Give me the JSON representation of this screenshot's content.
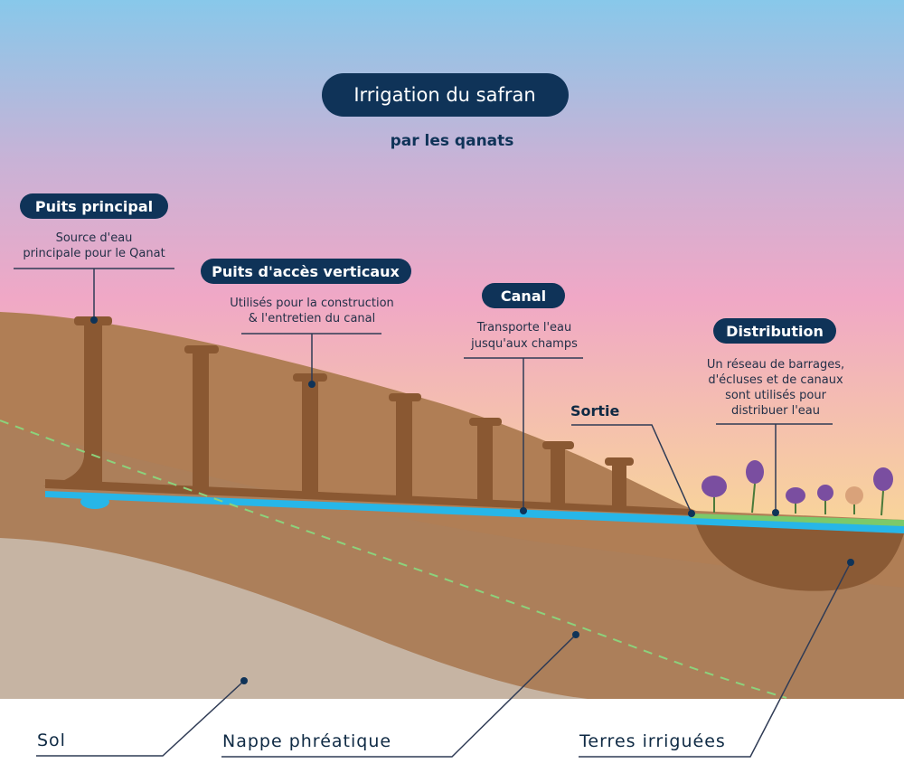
{
  "title": "Irrigation du safran",
  "subtitle": "par les qanats",
  "callouts": {
    "puits_principal": {
      "label": "Puits principal",
      "desc": [
        "Source d'eau",
        "principale pour le Qanat"
      ]
    },
    "puits_acces": {
      "label": "Puits d'accès verticaux",
      "desc": [
        "Utilisés pour la construction",
        "& l'entretien du canal"
      ]
    },
    "canal": {
      "label": "Canal",
      "desc": [
        "Transporte l'eau",
        "jusqu'aux champs"
      ]
    },
    "distribution": {
      "label": "Distribution",
      "desc": [
        "Un réseau de barrages,",
        "d'écluses et de canaux",
        "sont utilisés pour",
        "distribuer l'eau"
      ]
    },
    "sortie": {
      "label": "Sortie"
    }
  },
  "bottom_labels": {
    "sol": "Sol",
    "nappe": "Nappe phréatique",
    "terres": "Terres irriguées"
  },
  "colors": {
    "navy": "#0f3358",
    "water": "#27b6e8",
    "soil": "#b07e55",
    "shaft": "#8a5832"
  }
}
